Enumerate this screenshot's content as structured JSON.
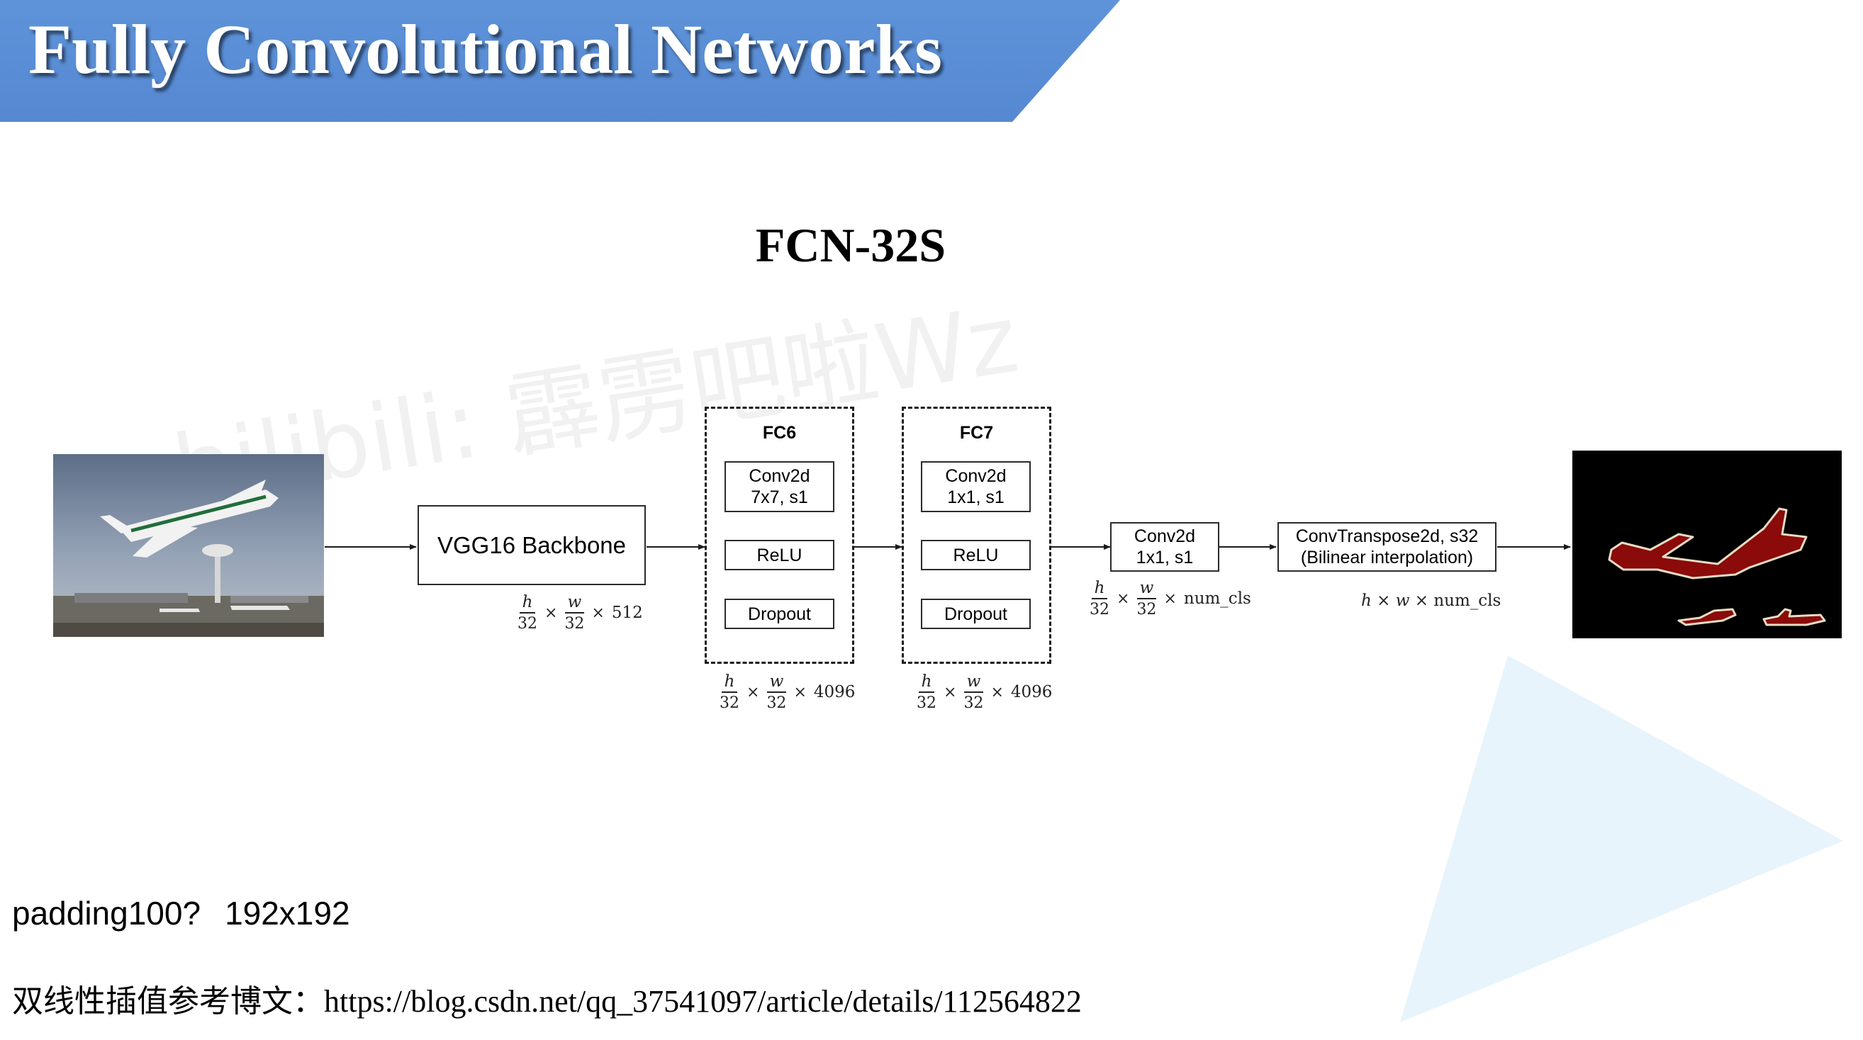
{
  "header": {
    "title": "Fully Convolutional Networks",
    "banner_color": "#5b8fd6"
  },
  "diagram": {
    "title": "FCN-32S",
    "watermark": "bilibili: 霹雳吧啦Wz",
    "backbone": {
      "label": "VGG16 Backbone",
      "dims": {
        "h": "h",
        "w": "w",
        "den": "32",
        "ch": "512"
      }
    },
    "fc6": {
      "label": "FC6",
      "conv": {
        "line1": "Conv2d",
        "line2": "7x7, s1"
      },
      "relu": "ReLU",
      "dropout": "Dropout",
      "dims": {
        "h": "h",
        "w": "w",
        "den": "32",
        "ch": "4096"
      }
    },
    "fc7": {
      "label": "FC7",
      "conv": {
        "line1": "Conv2d",
        "line2": "1x1, s1"
      },
      "relu": "ReLU",
      "dropout": "Dropout",
      "dims": {
        "h": "h",
        "w": "w",
        "den": "32",
        "ch": "4096"
      }
    },
    "score_conv": {
      "line1": "Conv2d",
      "line2": "1x1, s1",
      "dims": {
        "h": "h",
        "w": "w",
        "den": "32",
        "ch": "num_cls"
      }
    },
    "upsample": {
      "line1": "ConvTranspose2d, s32",
      "line2": "(Bilinear interpolation)",
      "dims": {
        "h": "h",
        "w": "w",
        "ch": "num_cls"
      }
    },
    "mask_color": "#8b0a0a"
  },
  "notes": {
    "padding_note": "padding100?",
    "size_note": "192x192",
    "ref_label": "双线性插值参考博文：",
    "ref_url": "https://blog.csdn.net/qq_37541097/article/details/112564822"
  }
}
